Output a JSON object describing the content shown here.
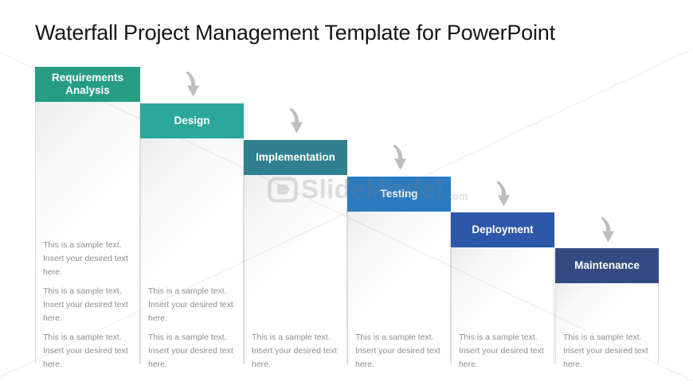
{
  "slide": {
    "title": "Waterfall Project Management Template for PowerPoint"
  },
  "stages": [
    {
      "label": "Requirements Analysis",
      "color": "#269C82",
      "sample_block_count": 3
    },
    {
      "label": "Design",
      "color": "#2CA79B",
      "sample_block_count": 2
    },
    {
      "label": "Implementation",
      "color": "#31808F",
      "sample_block_count": 1
    },
    {
      "label": "Testing",
      "color": "#2B7BC1",
      "sample_block_count": 1
    },
    {
      "label": "Deployment",
      "color": "#2D57A8",
      "sample_block_count": 1
    },
    {
      "label": "Maintenance",
      "color": "#334B81",
      "sample_block_count": 1
    }
  ],
  "sample_text": "This is a sample text. Insert your desired text here.",
  "icons": {
    "step_arrow": "curved-down-arrow",
    "watermark_logo": "slidemodel-rounded-square-logo"
  },
  "watermark": {
    "brand": "SlideModel",
    "tld": ".com"
  },
  "colors": {
    "arrow": "#bdbdbd",
    "panel_border": "#dcdcdc",
    "sample_text": "#8e8e8e",
    "title_text": "#151515",
    "header_text": "#ffffff"
  }
}
